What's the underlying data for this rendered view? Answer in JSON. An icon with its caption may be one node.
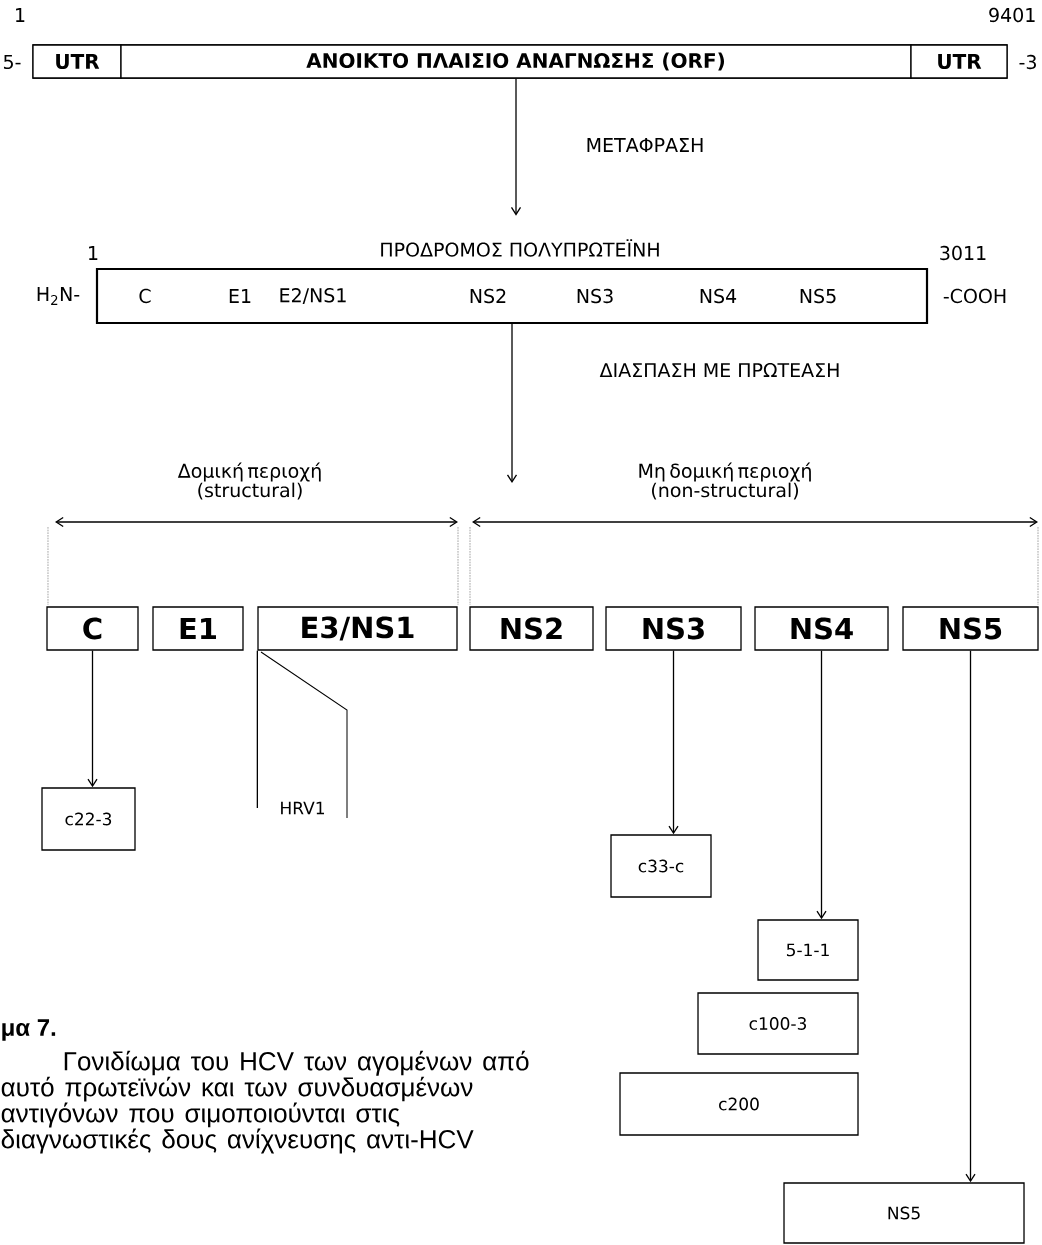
{
  "diagram": {
    "caption": "Γονιδίωμα του HCV των αγομένων από αυτό πρωτεϊνών και των συνδυασμένων αντιγόνων που σιμοποιούνται στις διαγνωστικές δους ανίχνευσης αντι-HCV",
    "nodes": [
      {
        "text": [],
        "shape": "bar",
        "beside": [
          "1",
          "9401",
          "5-",
          "-3"
        ]
      },
      {
        "text": [
          "UTR"
        ],
        "in": 0
      },
      {
        "text": [
          "ΑΝΟΙΚΤΟ ΠΛΑΙΣΙΟ ΑΝΑΓΝΩΣΗΣ (ORF)"
        ],
        "in": 0
      },
      {
        "text": [
          "UTR"
        ],
        "in": 0
      },
      {
        "text": [
          "C",
          "E1",
          "E2/NS1",
          "NS2",
          "NS3",
          "NS4",
          "NS5"
        ],
        "beside": [
          "ΠΡΟΔΡΟΜΟΣ ΠΟΛΥΠΡΩΤΕΪΝΗ",
          "1",
          "3011",
          "H$_{2}$N-",
          "-COOH"
        ]
      },
      {
        "text": [
          "C"
        ]
      },
      {
        "text": [
          "E1"
        ]
      },
      {
        "text": [
          "E3/NS1"
        ]
      },
      {
        "text": [
          "NS2"
        ]
      },
      {
        "text": [
          "NS3"
        ]
      },
      {
        "text": [
          "NS4"
        ]
      },
      {
        "text": [
          "NS5"
        ]
      },
      {
        "text": [
          "c22-3"
        ]
      },
      {
        "text": [
          "HRV1"
        ]
      },
      {
        "text": [
          "c33-c"
        ]
      },
      {
        "text": [
          "5-1-1"
        ]
      },
      {
        "text": [
          "c100-3"
        ]
      },
      {
        "text": [
          "c200"
        ]
      },
      {
        "text": [
          "NS5"
        ]
      }
    ],
    "edges": [
      {
        "from": 2,
        "to": 4,
        "arrow": "to",
        "label": "ΜΕΤΑΦΡΑΣΗ"
      },
      {
        "from": 4,
        "to": null,
        "arrow": "to",
        "label": "ΔΙΑΣΠΑΣΗ ΜΕ ΠΡΩΤΕΑΣΗ"
      },
      {
        "from": 5,
        "to": 12,
        "arrow": "to"
      },
      {
        "from": 7,
        "to": 13,
        "arrow": "none"
      },
      {
        "from": 9,
        "to": 14,
        "arrow": "to"
      },
      {
        "from": 10,
        "to": 15,
        "arrow": "to"
      },
      {
        "from": 11,
        "to": 18,
        "arrow": "to"
      }
    ],
    "labels": [
      "Δομική περιοχή (structural)",
      "Μη δομική περιοχή (non-structural)",
      "μα 7."
    ]
  }
}
